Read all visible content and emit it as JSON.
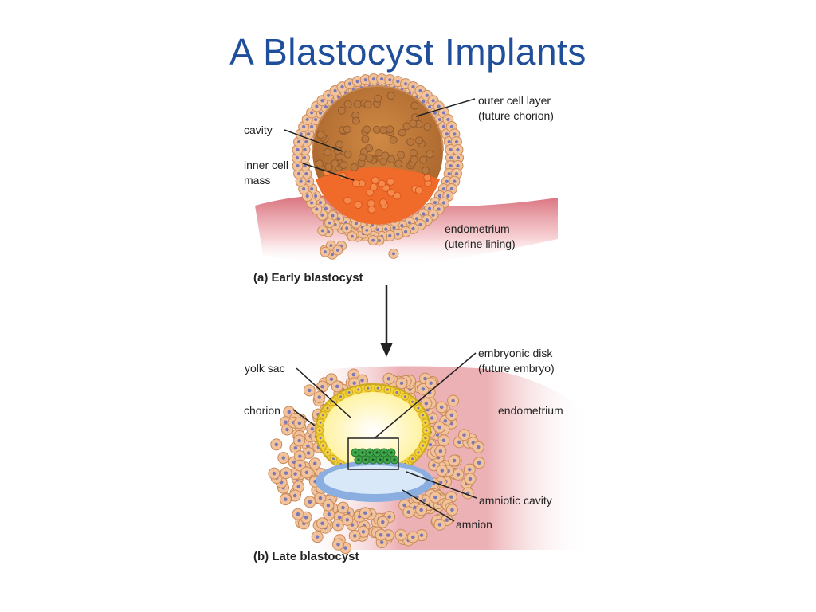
{
  "title": "A Blastocyst Implants",
  "panel_a": {
    "caption": "(a) Early blastocyst",
    "labels": {
      "outer_cell_layer_1": "outer cell layer",
      "outer_cell_layer_2": "(future chorion)",
      "cavity": "cavity",
      "inner_cell_mass_1": "inner cell",
      "inner_cell_mass_2": "mass",
      "endometrium_1": "endometrium",
      "endometrium_2": "(uterine lining)"
    }
  },
  "panel_b": {
    "caption": "(b) Late blastocyst",
    "labels": {
      "yolk_sac": "yolk sac",
      "embryonic_disk_1": "embryonic disk",
      "embryonic_disk_2": "(future embryo)",
      "chorion": "chorion",
      "endometrium": "endometrium",
      "amniotic_cavity": "amniotic cavity",
      "amnion": "amnion"
    }
  },
  "colors": {
    "title": "#1f4e9a",
    "cell_fill": "#f2c39a",
    "cell_stroke": "#c98a5c",
    "nucleus": "#7a78b8",
    "cavity_brown": "#c07a3a",
    "inner_mass": "#f06a2a",
    "endometrium": "#e9a3a8",
    "yolk_sac": "#fff6b0",
    "embryo_green": "#3fa84a",
    "amnion_blue": "#a9c8ea"
  }
}
